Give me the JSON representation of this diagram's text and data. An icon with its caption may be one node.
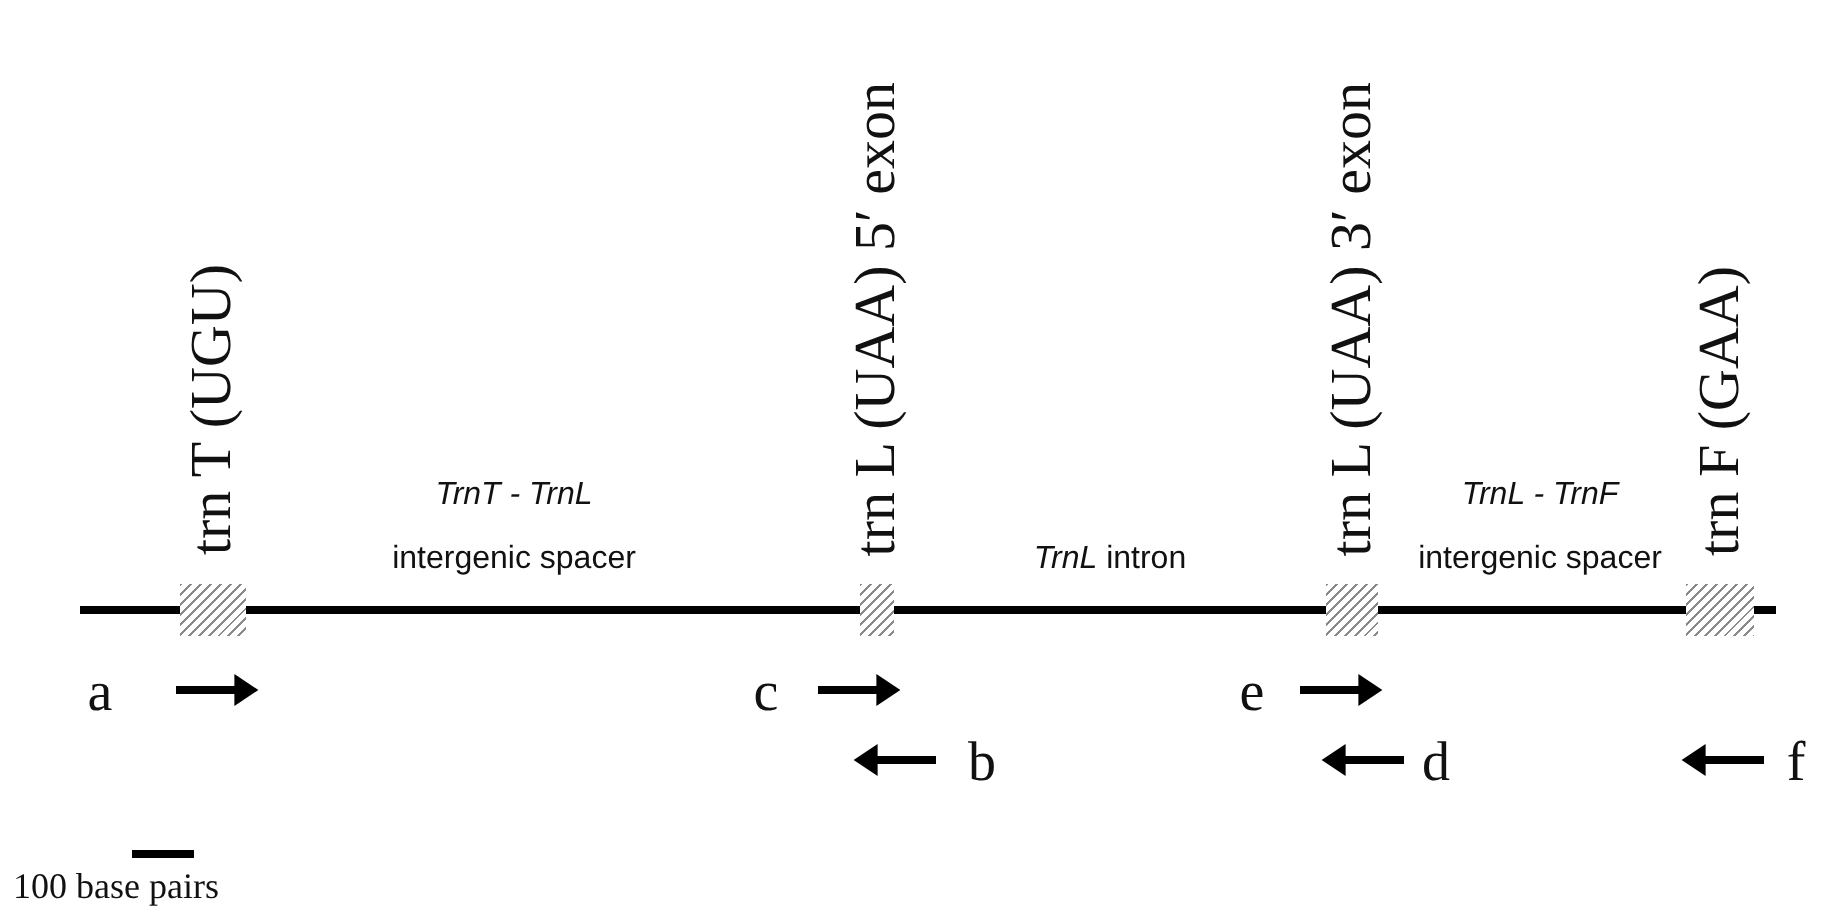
{
  "diagram": {
    "nodes": [
      {
        "text": [
          "trn T (UGU)"
        ]
      },
      {
        "text": [
          "trn L (UAA) 5′ exon"
        ]
      },
      {
        "text": [
          "trn L (UAA) 3′ exon"
        ]
      },
      {
        "text": [
          "trn F (GAA)"
        ]
      }
    ],
    "edges": [
      {
        "from": 0,
        "to": 1,
        "arrow": "none"
      },
      {
        "from": 1,
        "to": 2,
        "arrow": "none"
      },
      {
        "from": 2,
        "to": 3,
        "arrow": "none"
      }
    ],
    "labels": [
      "TrnT - TrnL",
      "TrnL - TrnF",
      "intergenic spacer",
      "*TrnL* intron",
      "intergenic spacer",
      "a",
      "c",
      "e",
      "b",
      "d",
      "f",
      "100 base pairs"
    ]
  }
}
